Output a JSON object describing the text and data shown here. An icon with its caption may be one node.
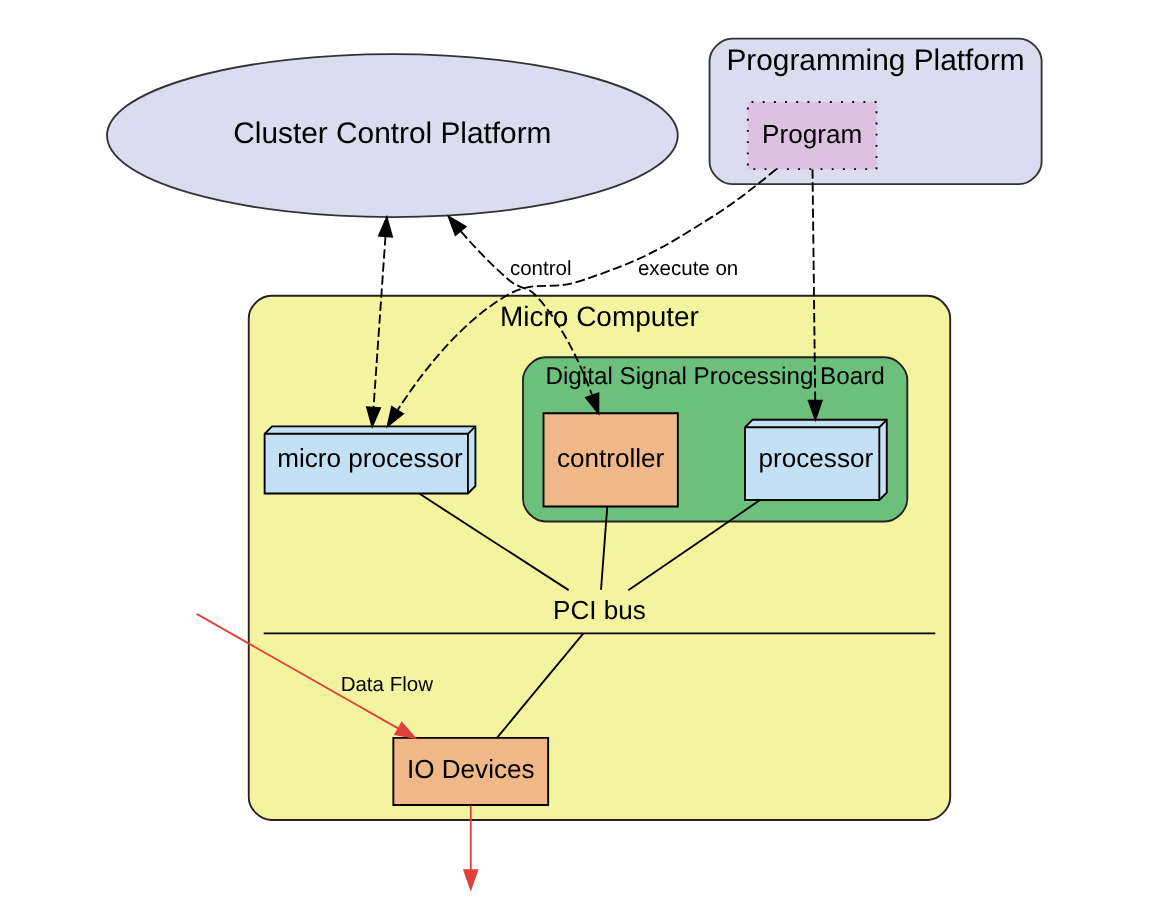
{
  "diagram": {
    "nodes": [
      {
        "text": [
          "Cluster Control Platform"
        ]
      },
      {
        "text": [
          "Programming Platform"
        ]
      },
      {
        "text": [
          "Program"
        ],
        "in": 1
      },
      {
        "text": [
          "Micro Computer"
        ]
      },
      {
        "text": [
          "Digital Signal Processing Board"
        ],
        "in": 3
      },
      {
        "text": [
          "controller"
        ],
        "in": 4
      },
      {
        "text": [
          "processor"
        ],
        "in": 4
      },
      {
        "text": [
          "micro processor"
        ],
        "in": 3
      },
      {
        "text": [
          "PCI bus"
        ],
        "in": 3
      },
      {
        "text": [
          "IO Devices"
        ],
        "in": 3
      }
    ],
    "edges": [
      {
        "from": 0,
        "to": 7,
        "arrow": "both",
        "style": "dashed"
      },
      {
        "from": 0,
        "to": 5,
        "arrow": "both",
        "style": "dashed",
        "label": "control"
      },
      {
        "from": 2,
        "to": 7,
        "arrow": "to",
        "style": "dashed",
        "label": "execute on"
      },
      {
        "from": 2,
        "to": 6,
        "arrow": "to",
        "style": "dashed"
      },
      {
        "from": 5,
        "to": 8,
        "arrow": "none"
      },
      {
        "from": 6,
        "to": 8,
        "arrow": "none"
      },
      {
        "from": 7,
        "to": 8,
        "arrow": "none"
      },
      {
        "from": 8,
        "to": 9,
        "arrow": "none"
      },
      {
        "from": null,
        "to": 9,
        "arrow": "to",
        "color": "#e0403a",
        "label": "Data Flow"
      },
      {
        "from": 9,
        "to": null,
        "arrow": "to",
        "color": "#e0403a"
      }
    ]
  }
}
